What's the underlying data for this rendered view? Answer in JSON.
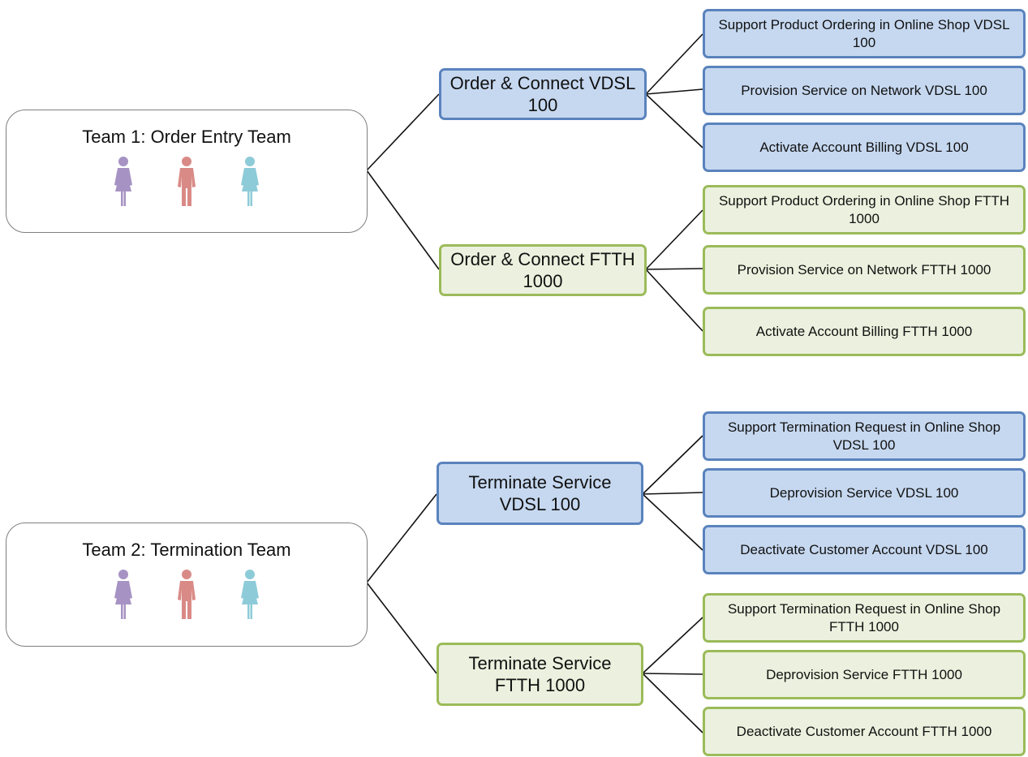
{
  "colors": {
    "blue_fill": "#c6d8f0",
    "blue_border": "#5a83bd",
    "green_fill": "#ebf1de",
    "green_border": "#9bbb59",
    "person_purple": "#a692c3",
    "person_red": "#d98a86",
    "person_cyan": "#8ecbd8"
  },
  "teams": [
    {
      "title": "Team 1: Order Entry Team",
      "people": [
        {
          "icon": "female-person-icon",
          "color": "#a692c3"
        },
        {
          "icon": "male-person-icon",
          "color": "#d98a86"
        },
        {
          "icon": "female-person-icon",
          "color": "#8ecbd8"
        }
      ],
      "features": [
        {
          "label": "Order & Connect VDSL 100",
          "color": "blue",
          "tasks": [
            "Support Product Ordering in Online Shop VDSL 100",
            "Provision Service on Network VDSL 100",
            "Activate Account Billing VDSL 100"
          ]
        },
        {
          "label": "Order & Connect FTTH 1000",
          "color": "green",
          "tasks": [
            "Support Product Ordering in Online Shop  FTTH 1000",
            "Provision Service on Network FTTH 1000",
            "Activate Account Billing FTTH 1000"
          ]
        }
      ]
    },
    {
      "title": "Team 2: Termination Team",
      "people": [
        {
          "icon": "female-person-icon",
          "color": "#a692c3"
        },
        {
          "icon": "male-person-icon",
          "color": "#d98a86"
        },
        {
          "icon": "female-person-icon",
          "color": "#8ecbd8"
        }
      ],
      "features": [
        {
          "label": "Terminate Service VDSL 100",
          "color": "blue",
          "tasks": [
            "Support Termination Request in Online Shop VDSL 100",
            "Deprovision Service VDSL 100",
            "Deactivate Customer Account VDSL 100"
          ]
        },
        {
          "label": "Terminate Service FTTH 1000",
          "color": "green",
          "tasks": [
            "Support Termination Request in Online Shop FTTH 1000",
            "Deprovision Service  FTTH 1000",
            "Deactivate Customer Account FTTH 1000"
          ]
        }
      ]
    }
  ]
}
